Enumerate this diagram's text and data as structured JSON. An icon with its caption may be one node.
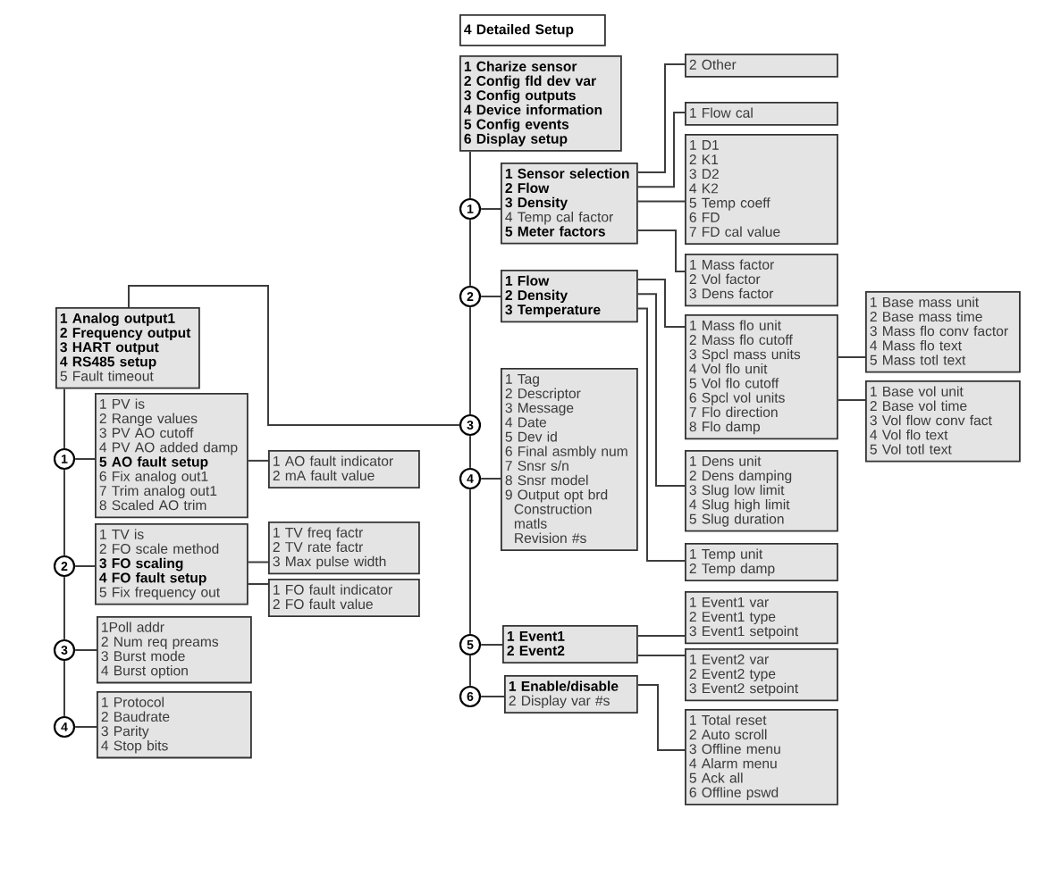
{
  "diagram": {
    "nodes": [
      {
        "text": [
          "4 Detailed Setup"
        ]
      },
      {
        "text": [
          "1 Charize sensor",
          "2 Config fld dev var",
          "3 Config outputs",
          "4 Device information",
          "5 Config events",
          "6 Display setup"
        ]
      },
      {
        "text": [
          "1"
        ]
      },
      {
        "text": [
          "1 Sensor selection",
          "2 Flow",
          "3 Density",
          "4 Temp cal factor",
          "5 Meter factors"
        ]
      },
      {
        "text": [
          "2 Other"
        ]
      },
      {
        "text": [
          "1 Flow cal"
        ]
      },
      {
        "text": [
          "1 D1",
          "2 K1",
          "3 D2",
          "4 K2",
          "5 Temp coeff",
          "6 FD",
          "7 FD cal value"
        ]
      },
      {
        "text": [
          "1 Mass factor",
          "2 Vol factor",
          "3 Dens factor"
        ]
      },
      {
        "text": [
          "2"
        ]
      },
      {
        "text": [
          "1 Flow",
          "2 Density",
          "3 Temperature"
        ]
      },
      {
        "text": [
          "1 Mass flo unit",
          "2 Mass flo cutoff",
          "3 Spcl mass units",
          "4 Vol flo unit",
          "5 Vol flo cutoff",
          "6 Spcl vol units",
          "7 Flo direction",
          "8 Flo damp"
        ]
      },
      {
        "text": [
          "1 Base mass unit",
          "2 Base mass time",
          "3 Mass flo conv factor",
          "4 Mass flo text",
          "5 Mass totl text"
        ]
      },
      {
        "text": [
          "1 Base vol unit",
          "2 Base vol time",
          "3 Vol flow conv fact",
          "4 Vol flo text",
          "5 Vol totl text"
        ]
      },
      {
        "text": [
          "1 Dens unit",
          "2 Dens damping",
          "3 Slug low limit",
          "4 Slug high limit",
          "5 Slug duration"
        ]
      },
      {
        "text": [
          "1 Temp unit",
          "2 Temp damp"
        ]
      },
      {
        "text": [
          "3"
        ]
      },
      {
        "text": [
          "1 Analog output1",
          "2 Frequency output",
          "3 HART output",
          "4 RS485 setup",
          "5 Fault timeout"
        ]
      },
      {
        "text": [
          "1"
        ]
      },
      {
        "text": [
          "1 PV is",
          "2 Range values",
          "3 PV AO cutoff",
          "4 PV AO added damp",
          "5 AO fault setup",
          "6 Fix analog out1",
          "7 Trim analog out1",
          "8 Scaled AO trim"
        ]
      },
      {
        "text": [
          "1 AO fault indicator",
          "2 mA fault value"
        ]
      },
      {
        "text": [
          "2"
        ]
      },
      {
        "text": [
          "1 TV is",
          "2 FO scale method",
          "3 FO scaling",
          "4 FO fault setup",
          "5 Fix frequency out"
        ]
      },
      {
        "text": [
          "1 TV freq factr",
          "2 TV rate factr",
          "3 Max pulse width"
        ]
      },
      {
        "text": [
          "1 FO fault indicator",
          "2 FO fault value"
        ]
      },
      {
        "text": [
          "3"
        ]
      },
      {
        "text": [
          "1Poll addr",
          "2 Num req preams",
          "3 Burst mode",
          "4 Burst option"
        ]
      },
      {
        "text": [
          "4"
        ]
      },
      {
        "text": [
          "1 Protocol",
          "2 Baudrate",
          "3 Parity",
          "4 Stop bits"
        ]
      },
      {
        "text": [
          "4"
        ]
      },
      {
        "text": [
          "1 Tag",
          "2 Descriptor",
          "3 Message",
          "4 Date",
          "5 Dev id",
          "6 Final asmbly num",
          "7 Snsr s/n",
          "8 Snsr model",
          "9 Output opt brd",
          "Construction matls",
          "Revision #s"
        ]
      },
      {
        "text": [
          "5"
        ]
      },
      {
        "text": [
          "1 Event1",
          "2 Event2"
        ]
      },
      {
        "text": [
          "1 Event1 var",
          "2 Event1 type",
          "3 Event1 setpoint"
        ]
      },
      {
        "text": [
          "1 Event2 var",
          "2 Event2 type",
          "3 Event2 setpoint"
        ]
      },
      {
        "text": [
          "6"
        ]
      },
      {
        "text": [
          "1 Enable/disable",
          "2 Display var #s"
        ]
      },
      {
        "text": [
          "1 Total reset",
          "2 Auto scroll",
          "3 Offline menu",
          "4 Alarm menu",
          "5 Ack all",
          "6 Offline pswd"
        ]
      }
    ],
    "edges": [
      {
        "from": 1,
        "to": 2,
        "arrow": "none"
      },
      {
        "from": 2,
        "to": 8,
        "arrow": "none"
      },
      {
        "from": 8,
        "to": 15,
        "arrow": "none"
      },
      {
        "from": 15,
        "to": 28,
        "arrow": "none"
      },
      {
        "from": 28,
        "to": 30,
        "arrow": "none"
      },
      {
        "from": 30,
        "to": 34,
        "arrow": "none"
      },
      {
        "from": 2,
        "to": 3,
        "arrow": "none"
      },
      {
        "from": 3,
        "to": 4,
        "arrow": "none"
      },
      {
        "from": 3,
        "to": 5,
        "arrow": "none"
      },
      {
        "from": 3,
        "to": 6,
        "arrow": "none"
      },
      {
        "from": 3,
        "to": 7,
        "arrow": "none"
      },
      {
        "from": 8,
        "to": 9,
        "arrow": "none"
      },
      {
        "from": 9,
        "to": 10,
        "arrow": "none"
      },
      {
        "from": 10,
        "to": 11,
        "arrow": "none"
      },
      {
        "from": 10,
        "to": 12,
        "arrow": "none"
      },
      {
        "from": 9,
        "to": 13,
        "arrow": "none"
      },
      {
        "from": 9,
        "to": 14,
        "arrow": "none"
      },
      {
        "from": 15,
        "to": 16,
        "arrow": "none"
      },
      {
        "from": 16,
        "to": 17,
        "arrow": "none"
      },
      {
        "from": 17,
        "to": 20,
        "arrow": "none"
      },
      {
        "from": 20,
        "to": 24,
        "arrow": "none"
      },
      {
        "from": 24,
        "to": 26,
        "arrow": "none"
      },
      {
        "from": 17,
        "to": 18,
        "arrow": "none"
      },
      {
        "from": 18,
        "to": 19,
        "arrow": "none"
      },
      {
        "from": 20,
        "to": 21,
        "arrow": "none"
      },
      {
        "from": 21,
        "to": 22,
        "arrow": "none"
      },
      {
        "from": 21,
        "to": 23,
        "arrow": "none"
      },
      {
        "from": 24,
        "to": 25,
        "arrow": "none"
      },
      {
        "from": 26,
        "to": 27,
        "arrow": "none"
      },
      {
        "from": 28,
        "to": 29,
        "arrow": "none"
      },
      {
        "from": 30,
        "to": 31,
        "arrow": "none"
      },
      {
        "from": 31,
        "to": 32,
        "arrow": "none"
      },
      {
        "from": 31,
        "to": 33,
        "arrow": "none"
      },
      {
        "from": 34,
        "to": 35,
        "arrow": "none"
      },
      {
        "from": 35,
        "to": 36,
        "arrow": "none"
      }
    ]
  }
}
